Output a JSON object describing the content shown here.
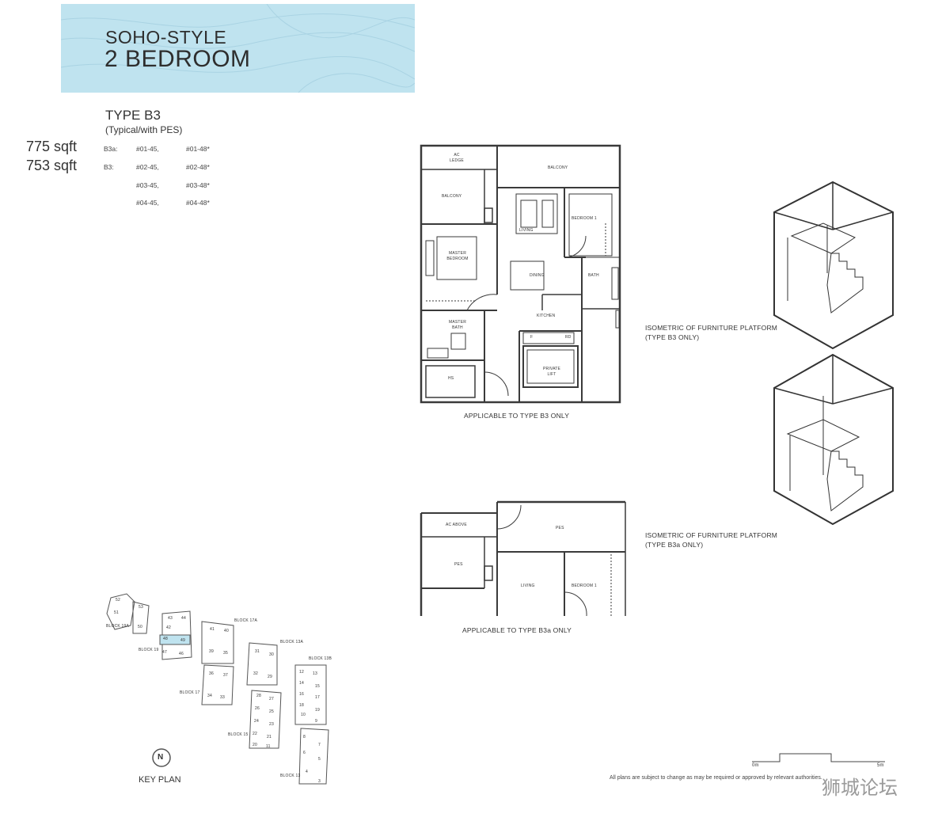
{
  "header": {
    "title_line1": "SOHO-STYLE",
    "title_line2": "2 BEDROOM",
    "colors": {
      "banner": "#bfe3ef",
      "ink": "#2e2e2e"
    }
  },
  "unit_type": {
    "title": "TYPE B3",
    "subtitle": "(Typical/with PES)",
    "areas": [
      "775 sqft",
      "753 sqft"
    ],
    "rows": [
      [
        "B3a:",
        "#01-45,",
        "#01-48*"
      ],
      [
        "B3:",
        "#02-45,",
        "#02-48*"
      ],
      [
        "",
        "#03-45,",
        "#03-48*"
      ],
      [
        "",
        "#04-45,",
        "#04-48*"
      ]
    ]
  },
  "floor_plan": {
    "rooms": {
      "ac_ledge": "AC LEDGE",
      "balcony_top": "BALCONY",
      "balcony_left": "BALCONY",
      "living": "LIVING",
      "bedroom1": "BEDROOM 1",
      "master_bedroom": "MASTER BEDROOM",
      "dining": "DINING",
      "bath": "BATH",
      "master_bath": "MASTER BATH",
      "kitchen": "KITCHEN",
      "hs": "HS",
      "private_lift": "PRIVATE LIFT",
      "f": "F",
      "rd": "RD"
    },
    "caption": "APPLICABLE TO TYPE B3 ONLY"
  },
  "plan_b3a": {
    "rooms": {
      "ac_above": "AC ABOVE",
      "pes_top": "PES",
      "pes_left": "PES",
      "living": "LIVING",
      "bedroom1": "BEDROOM 1"
    },
    "caption": "APPLICABLE TO TYPE B3a ONLY"
  },
  "isometric": {
    "caption1_line1": "ISOMETRIC OF FURNITURE PLATFORM",
    "caption1_line2": "(TYPE B3 ONLY)",
    "caption2_line1": "ISOMETRIC OF FURNITURE PLATFORM",
    "caption2_line2": "(TYPE B3a ONLY)"
  },
  "key_plan": {
    "label": "KEY PLAN",
    "compass": "N",
    "blocks": {
      "b19a": "BLOCK 19A",
      "b19": "BLOCK 19",
      "b17a": "BLOCK 17A",
      "b17": "BLOCK 17",
      "b13a": "BLOCK 13A",
      "b15": "BLOCK 15",
      "b13": "BLOCK 13",
      "b13b": "BLOCK 13B"
    },
    "units": [
      "52",
      "53",
      "51",
      "50",
      "43",
      "44",
      "42",
      "48",
      "49",
      "47",
      "46",
      "41",
      "40",
      "39",
      "35",
      "36",
      "37",
      "34",
      "33",
      "31",
      "30",
      "32",
      "29",
      "28",
      "27",
      "26",
      "25",
      "24",
      "23",
      "22",
      "21",
      "20",
      "11",
      "12",
      "13",
      "14",
      "15",
      "16",
      "17",
      "18",
      "19",
      "10",
      "9",
      "8",
      "7",
      "6",
      "5",
      "4",
      "3"
    ]
  },
  "scale": {
    "start": "0m",
    "end": "5m"
  },
  "footer": {
    "note": "All plans are subject to change as may be required or approved by relevant authorities.",
    "watermark": "狮城论坛"
  }
}
